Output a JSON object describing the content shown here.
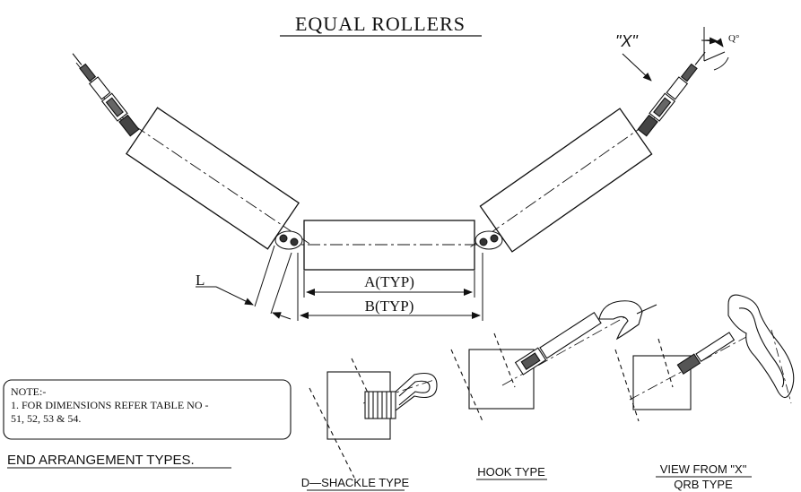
{
  "title": "EQUAL ROLLERS",
  "view_marker": "\"X\"",
  "angle_label": "Q°",
  "dims": {
    "l": "L",
    "a": "A(TYP)",
    "b": "B(TYP)"
  },
  "note": {
    "heading": "NOTE:-",
    "line1": "1. FOR DIMENSIONS REFER TABLE NO -",
    "line2": "51, 52, 53 & 54."
  },
  "section_heading": "END ARRANGEMENT TYPES.",
  "types": {
    "d_shackle": "D—SHACKLE TYPE",
    "hook": "HOOK TYPE",
    "view_from": "VIEW FROM \"X\"",
    "qrb": "QRB TYPE"
  }
}
